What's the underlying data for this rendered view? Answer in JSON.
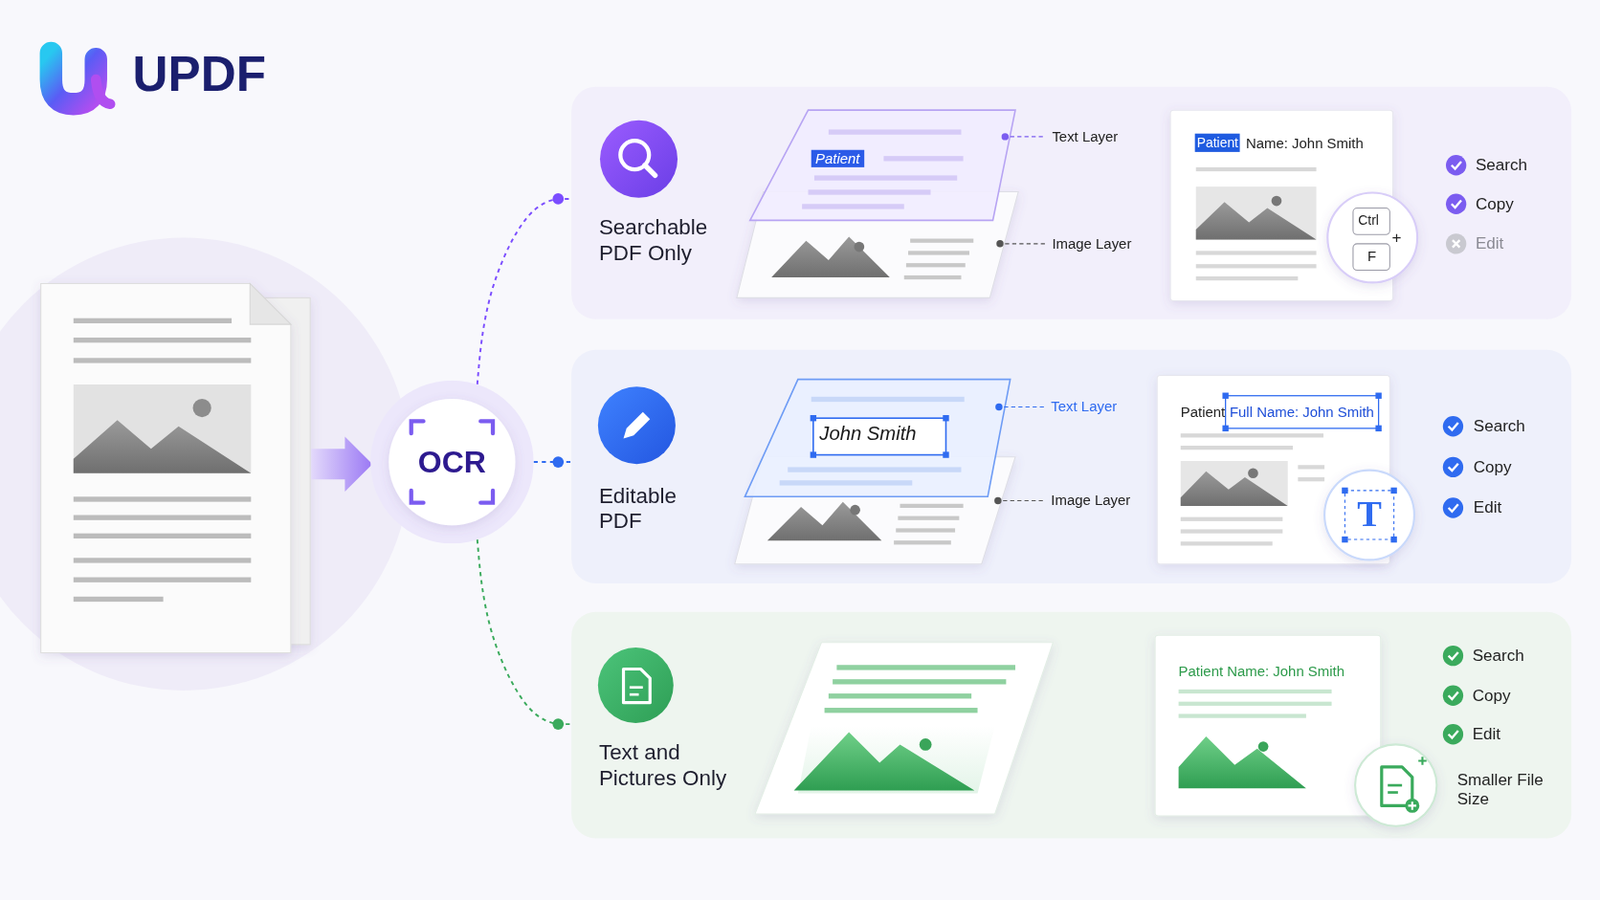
{
  "diagram": {
    "nodes": [
      {
        "text": [
          "OCR"
        ]
      },
      {
        "text": [
          "Searchable PDF Only"
        ]
      },
      {
        "text": [
          "Editable PDF"
        ]
      },
      {
        "text": [
          "Text and Pictures Only"
        ]
      }
    ],
    "edges": [
      {
        "from": 0,
        "to": 1,
        "arrow": "none"
      },
      {
        "from": 0,
        "to": 2,
        "arrow": "none"
      },
      {
        "from": 0,
        "to": 3,
        "arrow": "none"
      }
    ],
    "labels": [
      "UPDF",
      "Patient",
      "Text Layer",
      "Image Layer",
      "Patient",
      "Name: John Smith",
      "Ctrl",
      "+",
      "F",
      "Search",
      "Copy",
      "Edit",
      "John Smith",
      "Text Layer",
      "Image Layer",
      "Patient",
      "Full Name: John Smith",
      "T",
      "Search",
      "Copy",
      "Edit",
      "Patient Name: John Smith",
      "Search",
      "Copy",
      "Edit",
      "Smaller File Size"
    ]
  }
}
